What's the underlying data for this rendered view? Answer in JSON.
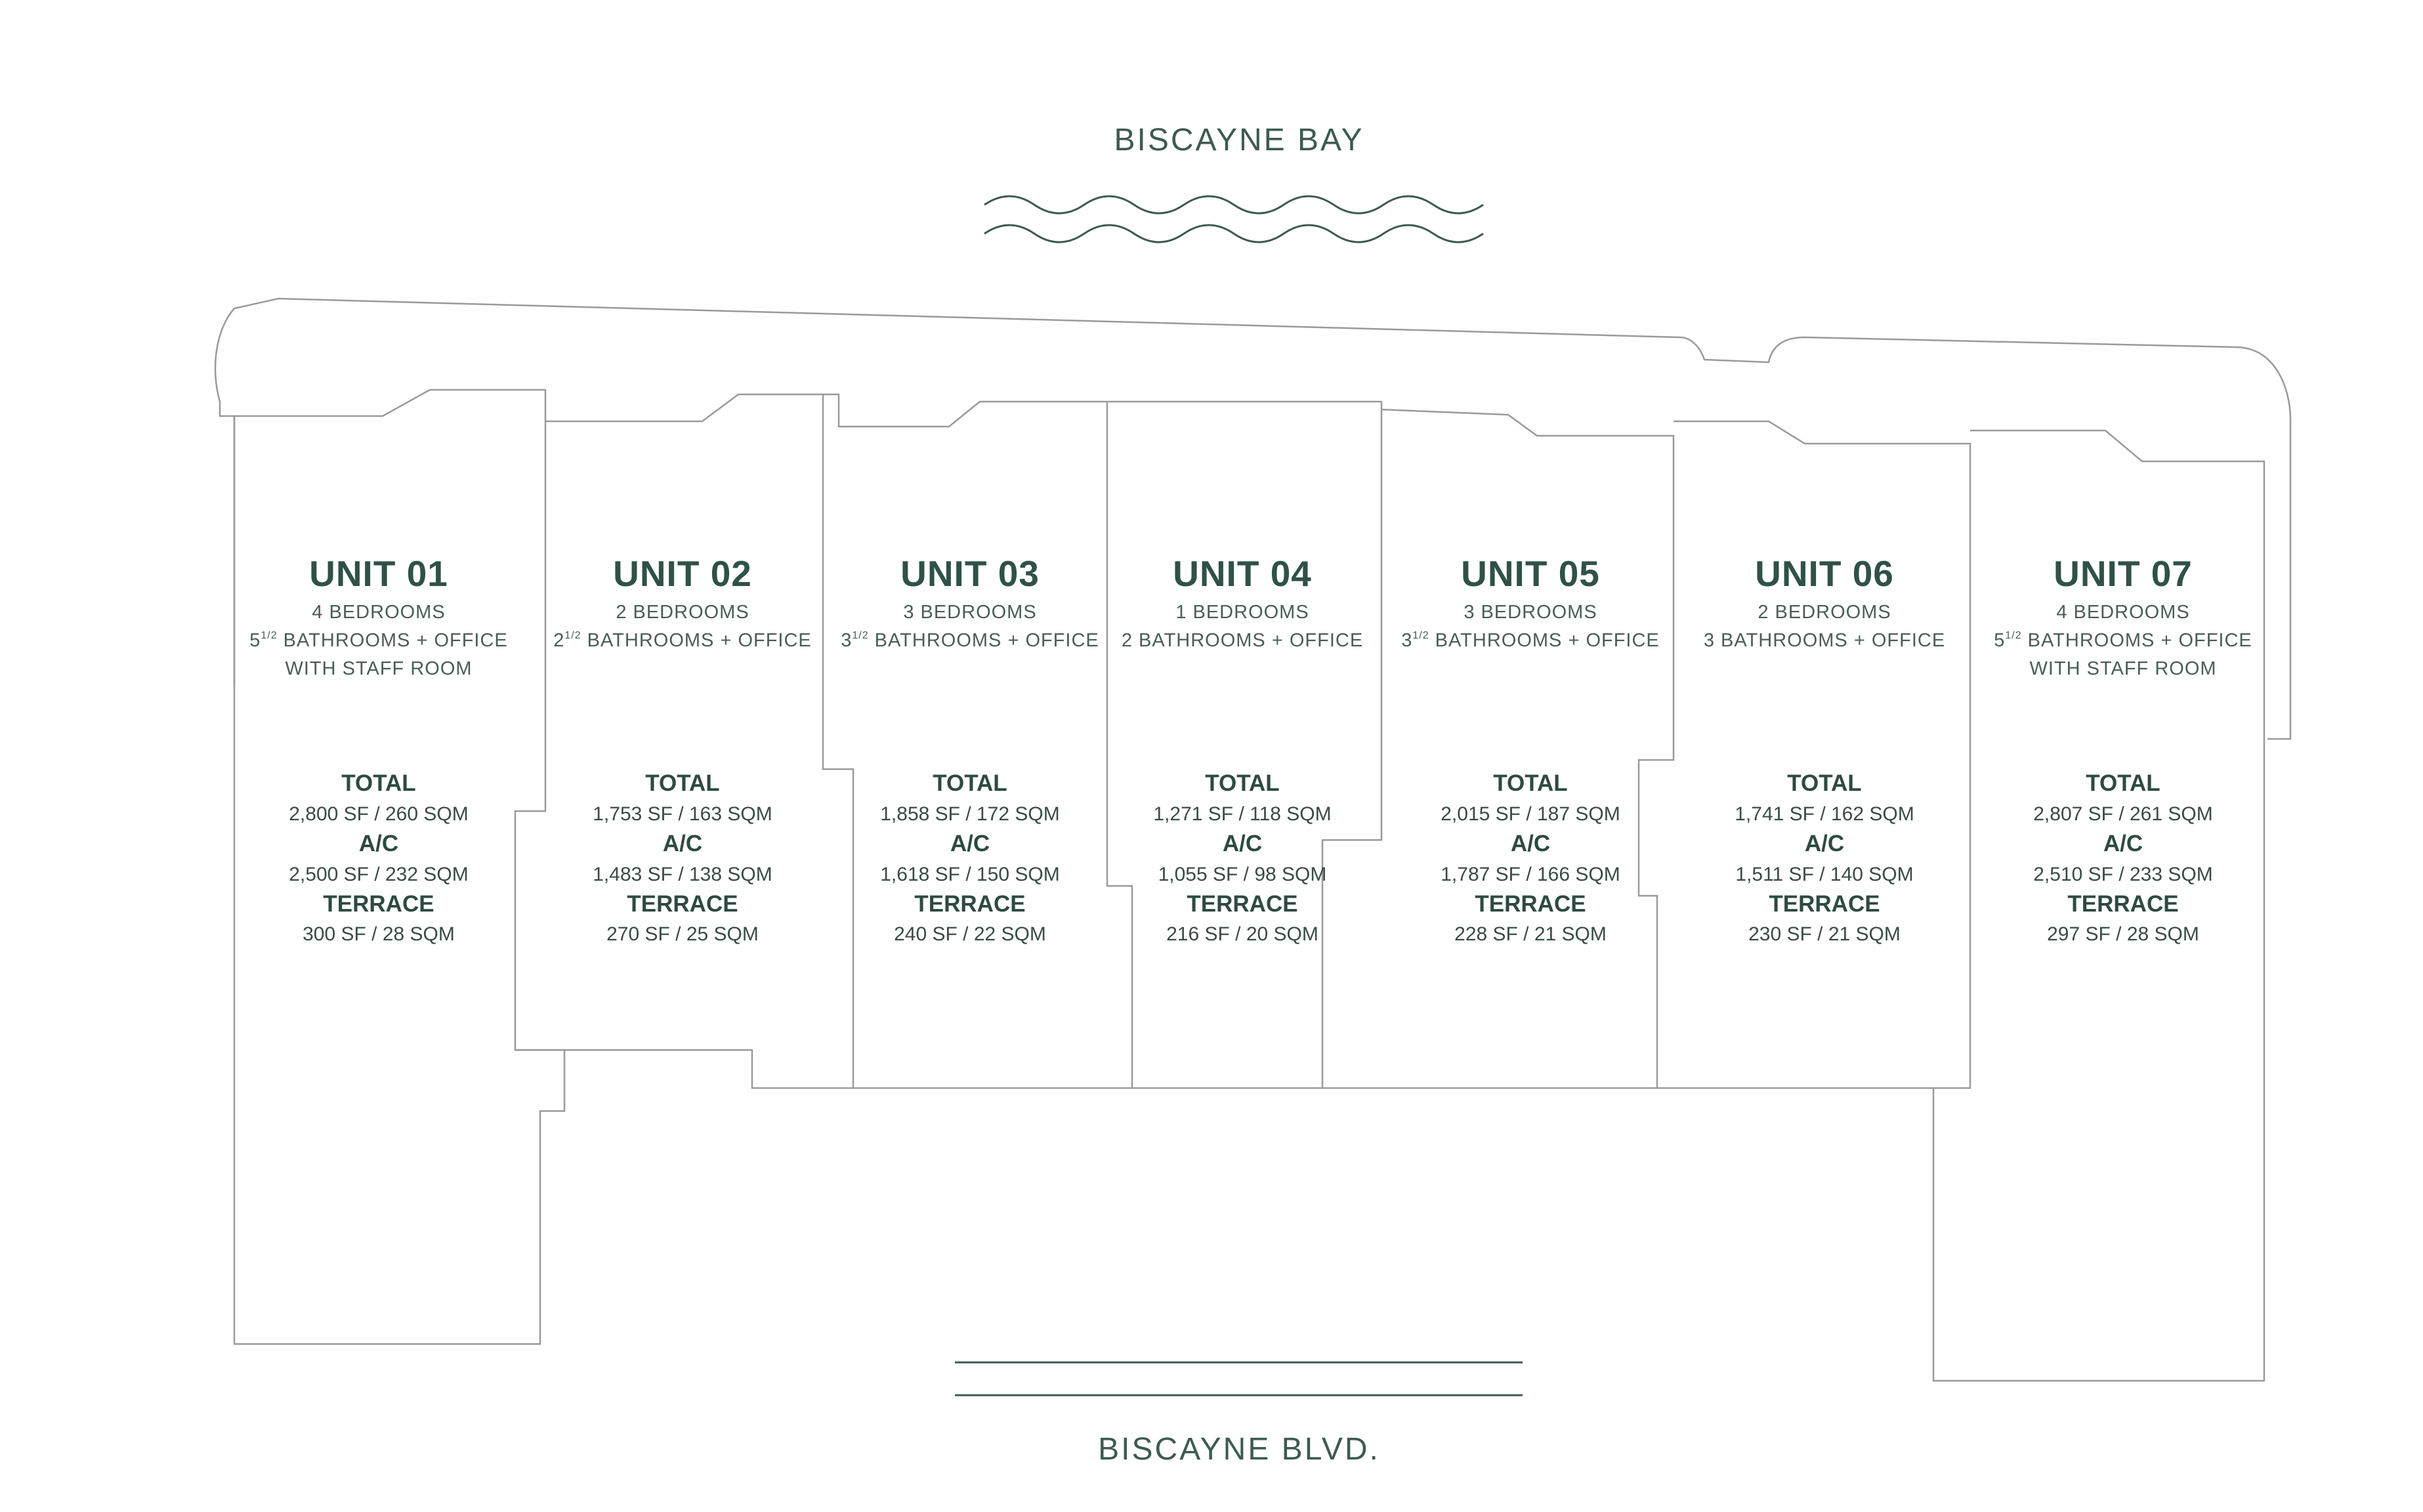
{
  "labels": {
    "bay": "BISCAYNE BAY",
    "blvd": "BISCAYNE BLVD."
  },
  "units": [
    {
      "title": "UNIT 01",
      "bedrooms": "4 BEDROOMS",
      "bath_num": "5",
      "bath_sup": "1/2",
      "bath_text": " BATHROOMS + OFFICE",
      "extra": "WITH STAFF ROOM",
      "total_label": "TOTAL",
      "total": "2,800 SF / 260 SQM",
      "ac_label": "A/C",
      "ac": "2,500 SF / 232 SQM",
      "terrace_label": "TERRACE",
      "terrace": "300 SF / 28 SQM"
    },
    {
      "title": "UNIT 02",
      "bedrooms": "2 BEDROOMS",
      "bath_num": "2",
      "bath_sup": "1/2",
      "bath_text": " BATHROOMS + OFFICE",
      "extra": "",
      "total_label": "TOTAL",
      "total": "1,753 SF / 163 SQM",
      "ac_label": "A/C",
      "ac": "1,483 SF / 138 SQM",
      "terrace_label": "TERRACE",
      "terrace": "270 SF / 25 SQM"
    },
    {
      "title": "UNIT 03",
      "bedrooms": "3 BEDROOMS",
      "bath_num": "3",
      "bath_sup": "1/2",
      "bath_text": " BATHROOMS + OFFICE",
      "extra": "",
      "total_label": "TOTAL",
      "total": "1,858 SF / 172 SQM",
      "ac_label": "A/C",
      "ac": "1,618 SF / 150 SQM",
      "terrace_label": "TERRACE",
      "terrace": "240 SF / 22 SQM"
    },
    {
      "title": "UNIT 04",
      "bedrooms": "1 BEDROOMS",
      "bath_num": "",
      "bath_sup": "",
      "bath_text": "2 BATHROOMS + OFFICE",
      "extra": "",
      "total_label": "TOTAL",
      "total": "1,271 SF / 118 SQM",
      "ac_label": "A/C",
      "ac": "1,055 SF / 98 SQM",
      "terrace_label": "TERRACE",
      "terrace": "216 SF / 20 SQM"
    },
    {
      "title": "UNIT 05",
      "bedrooms": "3 BEDROOMS",
      "bath_num": "3",
      "bath_sup": "1/2",
      "bath_text": " BATHROOMS  + OFFICE",
      "extra": "",
      "total_label": "TOTAL",
      "total": "2,015 SF / 187 SQM",
      "ac_label": "A/C",
      "ac": "1,787 SF / 166 SQM",
      "terrace_label": "TERRACE",
      "terrace": "228 SF / 21 SQM"
    },
    {
      "title": "UNIT 06",
      "bedrooms": "2 BEDROOMS",
      "bath_num": "",
      "bath_sup": "",
      "bath_text": "3 BATHROOMS + OFFICE",
      "extra": "",
      "total_label": "TOTAL",
      "total": "1,741 SF / 162 SQM",
      "ac_label": "A/C",
      "ac": "1,511 SF / 140 SQM",
      "terrace_label": "TERRACE",
      "terrace": "230 SF / 21 SQM"
    },
    {
      "title": "UNIT 07",
      "bedrooms": "4 BEDROOMS",
      "bath_num": "5",
      "bath_sup": "1/2",
      "bath_text": " BATHROOMS + OFFICE",
      "extra": "WITH STAFF ROOM",
      "total_label": "TOTAL",
      "total": "2,807 SF / 261 SQM",
      "ac_label": "A/C",
      "ac": "2,510 SF / 233 SQM",
      "terrace_label": "TERRACE",
      "terrace": "297 SF / 28 SQM"
    }
  ]
}
